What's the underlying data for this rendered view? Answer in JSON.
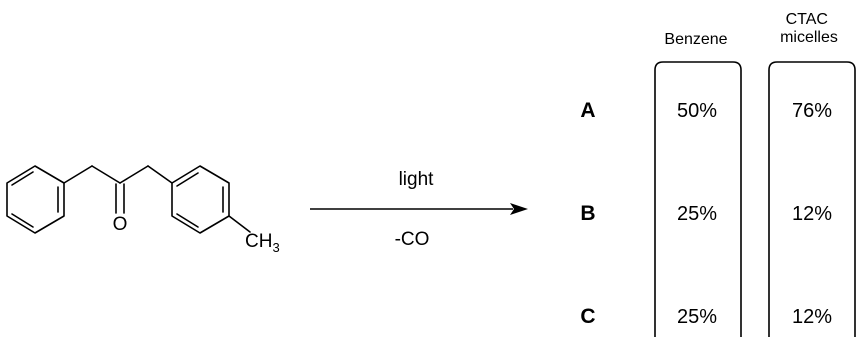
{
  "molecule": {
    "oxygen_label": "O",
    "methyl_label_main": "CH",
    "methyl_label_subscript": "3"
  },
  "reaction": {
    "condition_above": "light",
    "condition_below": "-CO"
  },
  "table": {
    "columns": [
      {
        "header_lines": [
          "Benzene"
        ]
      },
      {
        "header_lines": [
          "CTAC",
          "micelles"
        ]
      }
    ],
    "rows": [
      {
        "label": "A",
        "values": [
          "50%",
          "76%"
        ]
      },
      {
        "label": "B",
        "values": [
          "25%",
          "12%"
        ]
      },
      {
        "label": "C",
        "values": [
          "25%",
          "12%"
        ]
      }
    ]
  }
}
